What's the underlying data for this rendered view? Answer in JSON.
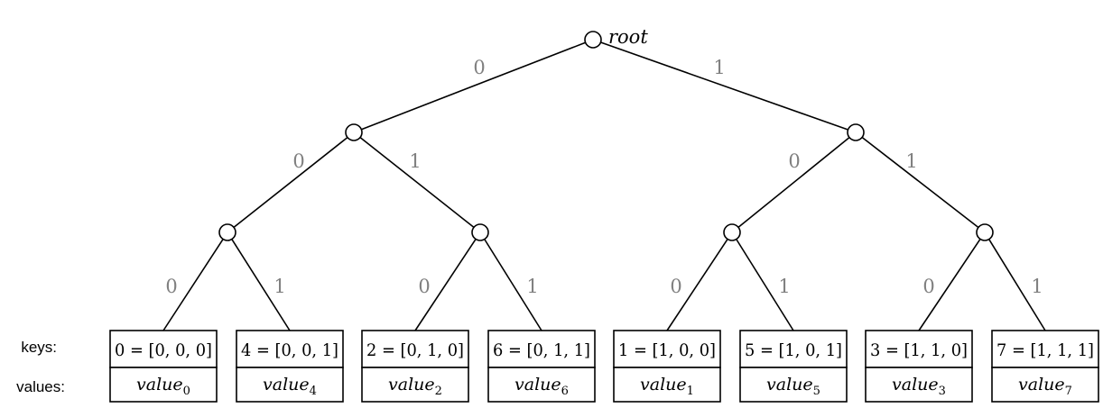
{
  "root_label": "root",
  "row_labels": {
    "keys": "keys:",
    "values": "values:"
  },
  "edge_labels": {
    "left": "0",
    "right": "1"
  },
  "leaves": [
    {
      "key": "0 = [0, 0, 0]",
      "value_base": "value",
      "value_sub": "0"
    },
    {
      "key": "4 = [0, 0, 1]",
      "value_base": "value",
      "value_sub": "4"
    },
    {
      "key": "2 = [0, 1, 0]",
      "value_base": "value",
      "value_sub": "2"
    },
    {
      "key": "6 = [0, 1, 1]",
      "value_base": "value",
      "value_sub": "6"
    },
    {
      "key": "1 = [1, 0, 0]",
      "value_base": "value",
      "value_sub": "1"
    },
    {
      "key": "5 = [1, 0, 1]",
      "value_base": "value",
      "value_sub": "5"
    },
    {
      "key": "3 = [1, 1, 0]",
      "value_base": "value",
      "value_sub": "3"
    },
    {
      "key": "7 = [1, 1, 1]",
      "value_base": "value",
      "value_sub": "7"
    }
  ]
}
